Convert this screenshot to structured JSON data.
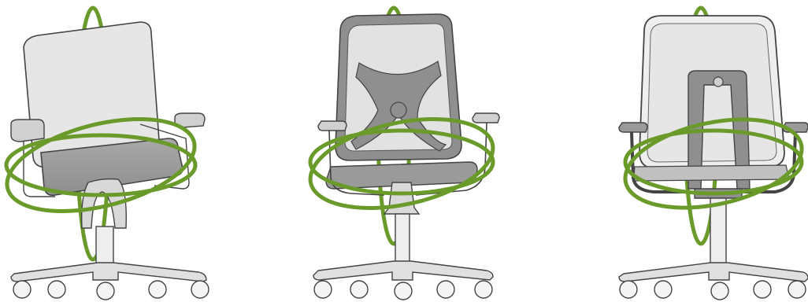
{
  "figure": {
    "panels": [
      {
        "view": "tilted-three-quarter",
        "icon": "chair-rotation-3d-icon"
      },
      {
        "view": "rear-mesh-back",
        "icon": "chair-rotation-3d-icon"
      },
      {
        "view": "rear-frame-back",
        "icon": "chair-rotation-3d-icon"
      }
    ]
  },
  "colors": {
    "background": "#ffffff",
    "rotation_accent": "#6a9a2a",
    "chair_outline": "#444444",
    "chair_fill_light": "#e6e6e6",
    "chair_fill_mid": "#bdbdbd",
    "chair_fill_dark": "#9a9a9a"
  }
}
